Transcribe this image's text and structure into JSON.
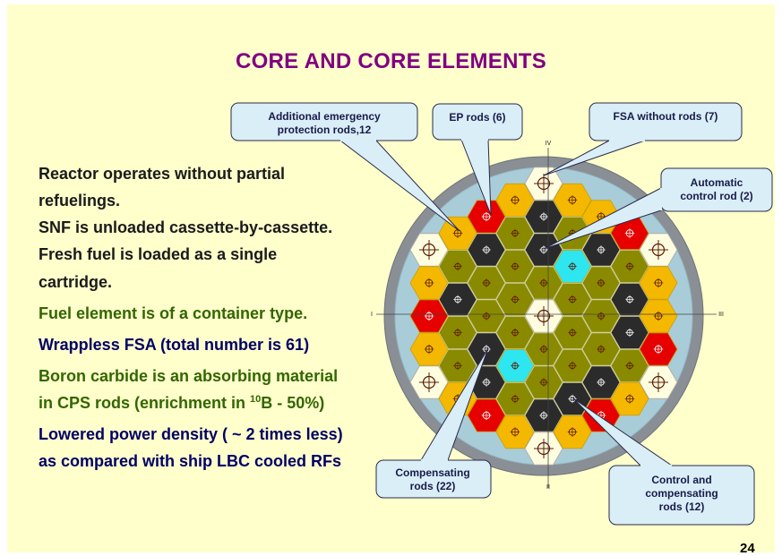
{
  "title": "CORE AND CORE ELEMENTS",
  "page_number": "24",
  "text_lines": {
    "l1": "Reactor operates without partial",
    "l2": "refuelings.",
    "l3": "SNF is unloaded cassette-by-cassette.",
    "l4": "Fresh fuel is loaded as a single",
    "l5": "cartridge.",
    "l6": "Fuel element is of a container type.",
    "l7": "Wrappless FSA (total number is 61)",
    "l8": "Boron carbide is an absorbing material",
    "l9a": "in CPS rods (enrichment in ",
    "l9sup": "10",
    "l9b": "B - 50%)",
    "l10": "Lowered power density ( ~ 2 times less)",
    "l11": "as compared with ship LBC cooled RFs"
  },
  "callouts": {
    "additional_emergency": [
      "Additional emergency",
      "protection rods,12"
    ],
    "ep_rods": [
      "EP rods (6)"
    ],
    "fsa_without_rods": [
      "FSA without rods (7)"
    ],
    "automatic_control": [
      "Automatic",
      "control rod (2)"
    ],
    "compensating": [
      "Compensating",
      "rods (22)"
    ],
    "control_compensating": [
      "Control and",
      "compensating",
      "rods (12)"
    ]
  },
  "axis_labels": {
    "top": "IV",
    "bottom": "II",
    "left": "I",
    "right": "III"
  },
  "colors": {
    "slide_bg": "#ffffcc",
    "title": "#800080",
    "reflector": "#8a8f95",
    "core_boundary": "#a9ccd9",
    "emergency": "#f5b800",
    "ep": "#e60000",
    "fsa_no_rods": "#fffde0",
    "automatic": "#2ee6f0",
    "compensating": "#8a8a00",
    "control_comp": "#2b2b2b"
  }
}
